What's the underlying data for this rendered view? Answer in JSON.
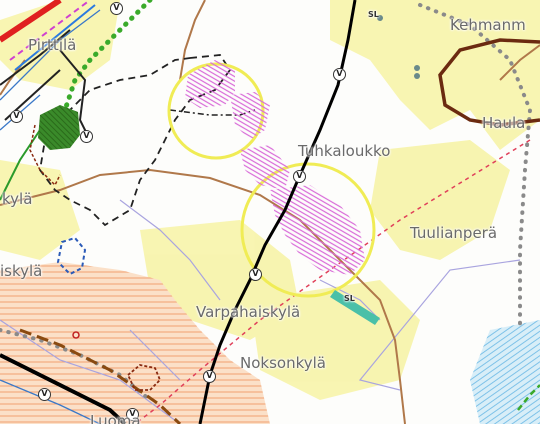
{
  "map": {
    "labels": {
      "tuhkaloukko": "Tuhkaloukko",
      "tuulianpera": "Tuulianperä",
      "varpahaiskyla": "Varpahaiskylä",
      "noksonkyla": "Noksonkylä",
      "kehmanmaki_partial": "Kehmanm",
      "haula_partial": "Haula",
      "pirttila_partial": "Pirttilä",
      "kyla_partial": "kylä",
      "iskyla_partial": "iskylä",
      "luoma_partial": "Luoma"
    },
    "road_symbols": {
      "sl_top": "SL",
      "sl_bottom": "SL",
      "v": "V"
    },
    "colors": {
      "yellow_zone": "#f6f19a",
      "orange_zone": "#f5c6a0",
      "main_road": "#000000",
      "local_road": "#b0784a",
      "yellow_circle": "#f0ec55",
      "magenta_hatch": "#d86ad8",
      "railway_dashed": "#e0405a",
      "brown_line": "#6b2a10",
      "grey_dotted": "#8a8a8a",
      "green_dotted": "#3aaa2a"
    }
  }
}
